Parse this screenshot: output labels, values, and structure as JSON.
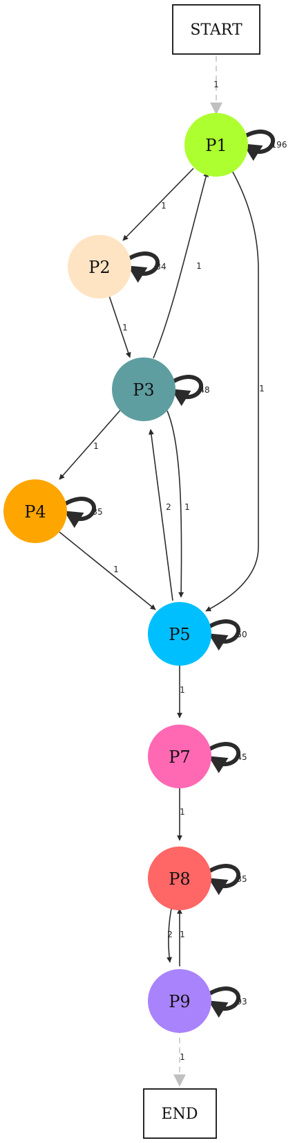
{
  "terminals": {
    "start": "START",
    "end": "END"
  },
  "nodes": [
    {
      "id": "P1",
      "label": "P1",
      "color": "#adff2f",
      "self_count": "196"
    },
    {
      "id": "P2",
      "label": "P2",
      "color": "#ffe4c4",
      "self_count": "34"
    },
    {
      "id": "P3",
      "label": "P3",
      "color": "#5f9ea0",
      "self_count": "48"
    },
    {
      "id": "P4",
      "label": "P4",
      "color": "#ffa500",
      "self_count": "35"
    },
    {
      "id": "P5",
      "label": "P5",
      "color": "#00bfff",
      "self_count": "50"
    },
    {
      "id": "P7",
      "label": "P7",
      "color": "#ff69b4",
      "self_count": "45"
    },
    {
      "id": "P8",
      "label": "P8",
      "color": "#ff6666",
      "self_count": "35"
    },
    {
      "id": "P9",
      "label": "P9",
      "color": "#a983fc",
      "self_count": "93"
    }
  ],
  "edges": [
    {
      "from": "START",
      "to": "P1",
      "label": "1",
      "style": "dashed"
    },
    {
      "from": "P1",
      "to": "P2",
      "label": "1",
      "style": "solid"
    },
    {
      "from": "P1",
      "to": "P5",
      "label": "1",
      "style": "solid"
    },
    {
      "from": "P2",
      "to": "P3",
      "label": "1",
      "style": "solid"
    },
    {
      "from": "P3",
      "to": "P1",
      "label": "1",
      "style": "solid"
    },
    {
      "from": "P3",
      "to": "P4",
      "label": "1",
      "style": "solid"
    },
    {
      "from": "P3",
      "to": "P5",
      "label": "1",
      "style": "solid"
    },
    {
      "from": "P5",
      "to": "P3",
      "label": "2",
      "style": "solid"
    },
    {
      "from": "P4",
      "to": "P5",
      "label": "1",
      "style": "solid"
    },
    {
      "from": "P5",
      "to": "P7",
      "label": "1",
      "style": "solid"
    },
    {
      "from": "P7",
      "to": "P8",
      "label": "1",
      "style": "solid"
    },
    {
      "from": "P8",
      "to": "P9",
      "label": "2",
      "style": "solid"
    },
    {
      "from": "P9",
      "to": "P8",
      "label": "1",
      "style": "solid"
    },
    {
      "from": "P9",
      "to": "END",
      "label": "1",
      "style": "dashed"
    }
  ],
  "colors": {
    "edge": "#2b2b2b",
    "terminal_edge": "#c0c0c0"
  }
}
